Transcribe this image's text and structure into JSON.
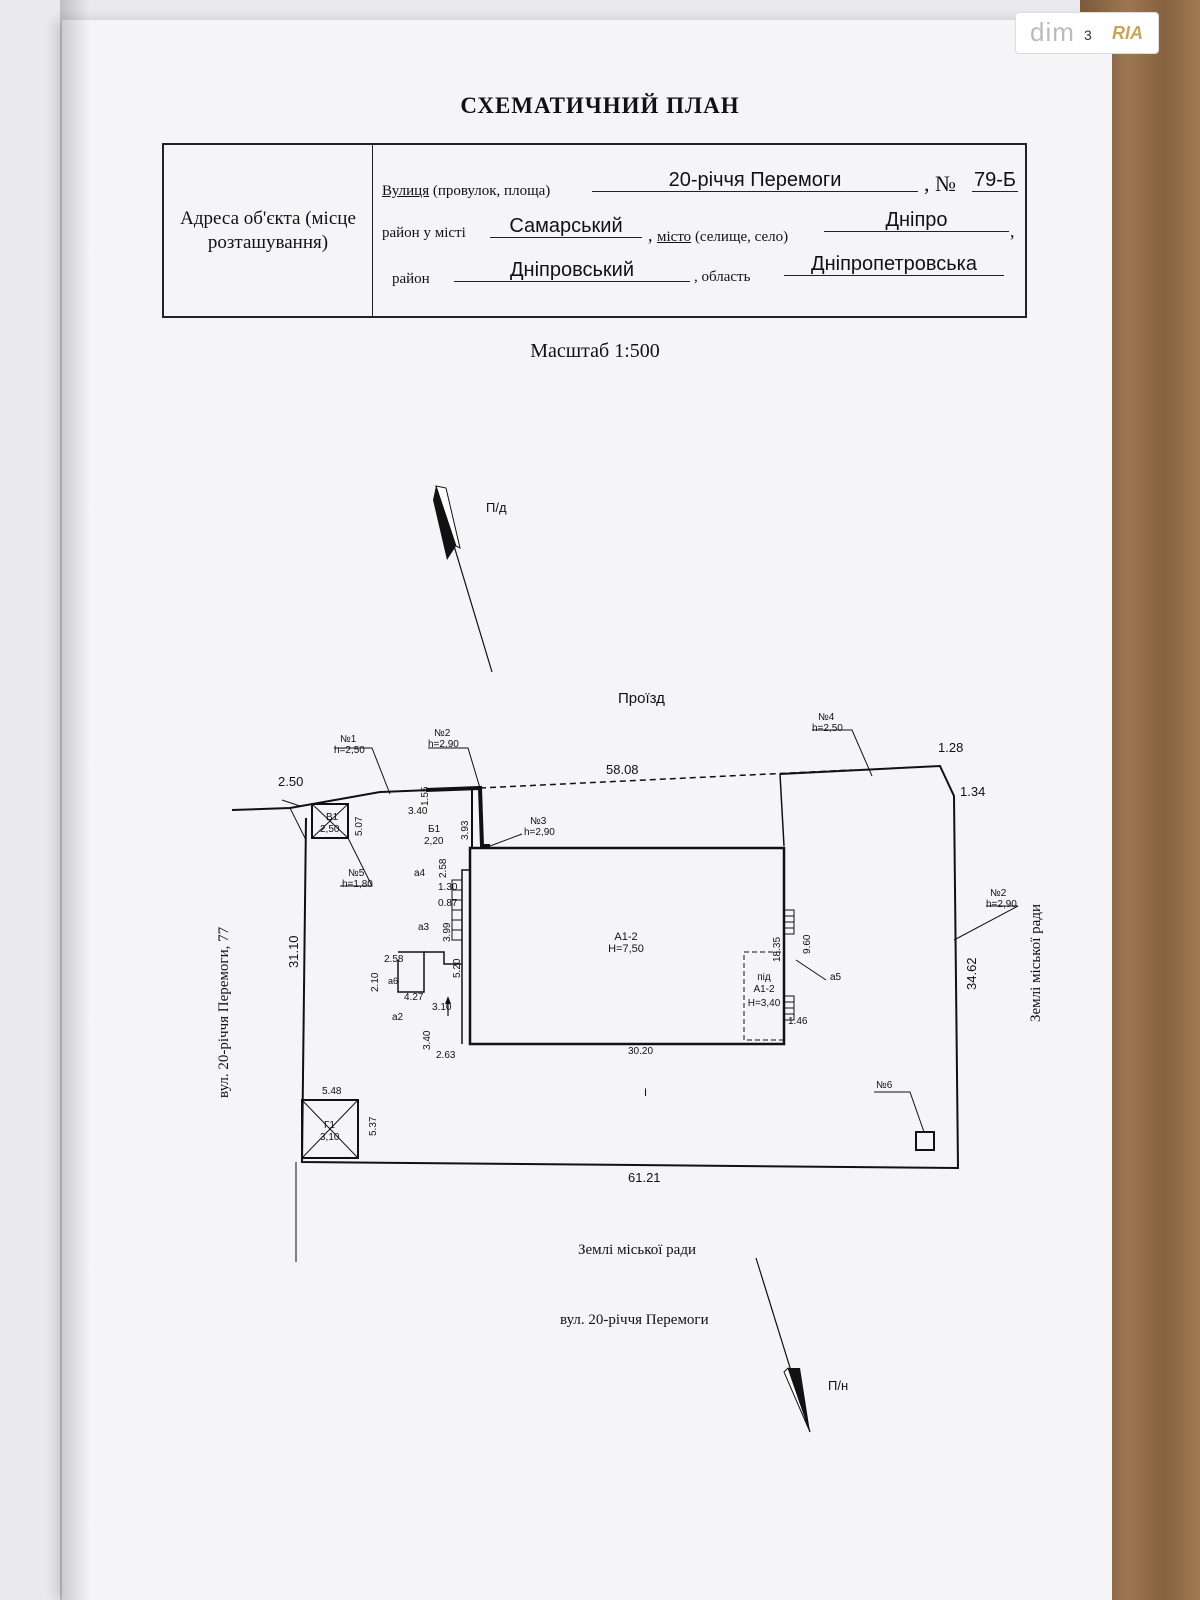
{
  "watermark": {
    "logo": "dim",
    "page": "3",
    "ria": "RIA"
  },
  "document": {
    "title": "СХЕМАТИЧНИЙ ПЛАН",
    "address_label": "Адреса об'єкта (місце розташування)",
    "street_label": "Вулиця",
    "street_label_extra": " (провулок, площа)",
    "street_value": "20-річчя Перемоги",
    "number_label": ", №",
    "number_value": "79-Б",
    "district_city_label": "район у місті",
    "district_city_value": "Самарський",
    "city_label": "місто",
    "city_label_extra": " (селище, село)",
    "city_value": "Дніпро",
    "district_label": "район",
    "district_value": "Дніпровський",
    "region_label": ", область",
    "region_value": "Дніпропетровська",
    "scale": "Масштаб 1:500"
  },
  "plan": {
    "north_label": "П/д",
    "south_label": "П/н",
    "passage_label": "Проїзд",
    "left_street_label": "вул. 20-річчя Перемоги, 77",
    "right_label": "Землі міської ради",
    "bottom_label": "Землі міської ради",
    "bottom_street_label": "вул. 20-річчя Перемоги",
    "lot_label": "I",
    "building_main": {
      "name": "А1-2",
      "height": "Н=7,50"
    },
    "building_sub": {
      "top": "під",
      "name": "А1-2",
      "height": "Н=3,40"
    },
    "shed_b1": {
      "name": "Б1",
      "height": "2,20"
    },
    "shed_v1": {
      "name": "В1",
      "height": "2,50"
    },
    "garage_g1": {
      "name": "Г1",
      "height": "3,10"
    },
    "markers": {
      "n1": "№1",
      "n1h": "h=2,50",
      "n2": "№2",
      "n2h": "h=2,90",
      "n3": "№3",
      "n3h": "h=2,90",
      "n4": "№4",
      "n4h": "h=2,50",
      "n5": "№5",
      "n5h": "h=1,80",
      "n6": "№6",
      "n2r": "№2",
      "n2rh": "h=2,90",
      "a2": "а2",
      "a3": "а3",
      "a4": "а4",
      "a5": "а5",
      "a6": "а6"
    },
    "dims": {
      "d_250": "2.50",
      "d_5808": "58.08",
      "d_128": "1.28",
      "d_134": "1.34",
      "d_3110": "31.10",
      "d_3462": "34.62",
      "d_6121": "61.21",
      "d_3020": "30.20",
      "d_548": "5.48",
      "d_537": "5.37",
      "d_507": "5.07",
      "d_340a": "3.40",
      "d_393": "3.93",
      "d_155": "1.55",
      "d_258a": "2.58",
      "d_130": "1.30",
      "d_087": "0.87",
      "d_399": "3.99",
      "d_258b": "2.58",
      "d_210": "2.10",
      "d_427": "4.27",
      "d_520": "5.20",
      "d_310": "3.10",
      "d_340b": "3.40",
      "d_263": "2.63",
      "d_1835": "18.35",
      "d_960": "9.60",
      "d_146": "1.46"
    }
  }
}
